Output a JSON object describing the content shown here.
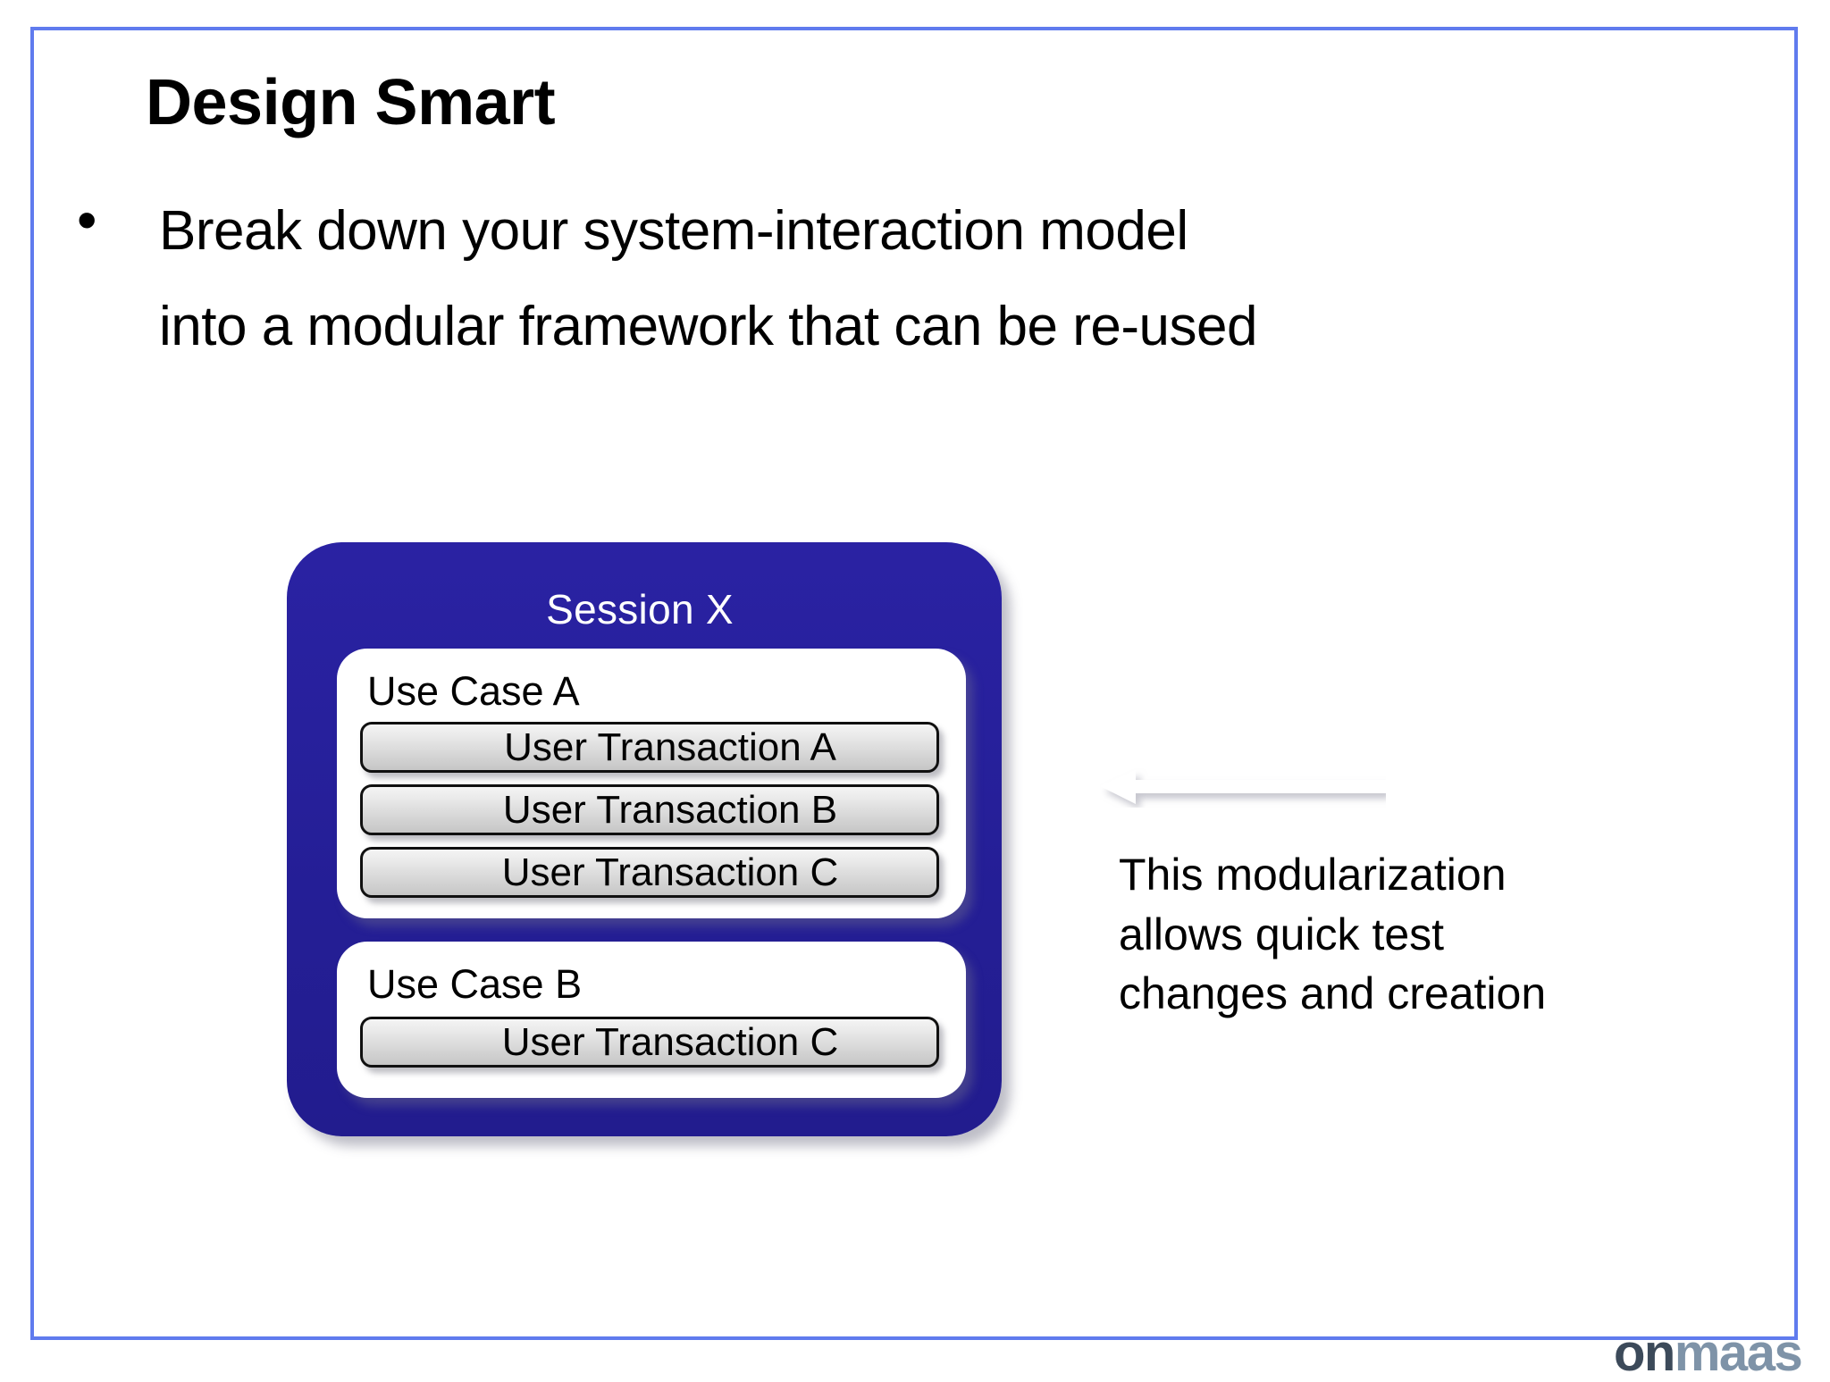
{
  "slide": {
    "title": "Design Smart",
    "border_color": "#5871E8",
    "bullet": {
      "marker": "•",
      "line1": "Break down your system-interaction model",
      "line2": "into a modular framework that can be re-used"
    }
  },
  "diagram": {
    "session": {
      "title": "Session X",
      "fill_color": "#26209B"
    },
    "use_cases": [
      {
        "label": "Use Case A",
        "transactions": [
          "User Transaction A",
          "User Transaction B",
          "User Transaction C"
        ]
      },
      {
        "label": "Use Case B",
        "transactions": [
          "User Transaction C"
        ]
      }
    ]
  },
  "callout": {
    "arrow_direction": "left",
    "line1": "This modularization",
    "line2": "allows quick test",
    "line3": "changes and creation"
  },
  "branding": {
    "logo_part1": "on",
    "logo_part2": "maas",
    "logo_color1": "#3C4A5A",
    "logo_color2": "#7E93A8"
  }
}
